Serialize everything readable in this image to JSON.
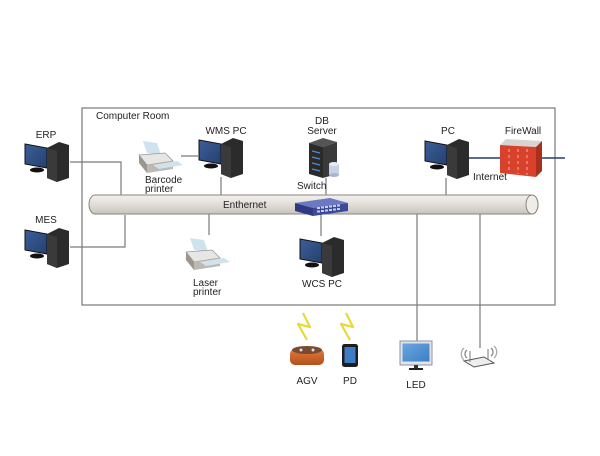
{
  "title": "Computer Room",
  "backbone": {
    "label": "Enthernet"
  },
  "switch": {
    "label": "Switch"
  },
  "internet": {
    "label": "Internet"
  },
  "nodes": {
    "erp": {
      "label": "ERP",
      "type": "pc"
    },
    "mes": {
      "label": "MES",
      "type": "pc"
    },
    "wms_pc": {
      "label": "WMS PC",
      "type": "pc"
    },
    "db_server": {
      "label_line1": "DB",
      "label_line2": "Server",
      "type": "server"
    },
    "pc": {
      "label": "PC",
      "type": "pc"
    },
    "firewall": {
      "label": "FireWall",
      "type": "firewall"
    },
    "barcode_printer": {
      "label_line1": "Barcode",
      "label_line2": "printer",
      "type": "printer"
    },
    "laser_printer": {
      "label_line1": "Laser",
      "label_line2": "printer",
      "type": "printer"
    },
    "wcs_pc": {
      "label": "WCS PC",
      "type": "pc"
    },
    "agv": {
      "label": "AGV",
      "type": "agv",
      "connection": "wireless"
    },
    "pd": {
      "label": "PD",
      "type": "handheld",
      "connection": "wireless"
    },
    "led": {
      "label": "LED",
      "type": "display"
    },
    "router": {
      "label": "",
      "type": "wireless-router"
    }
  },
  "colors": {
    "monitor_screen": "#2f4f86",
    "tower": "#2b2b2b",
    "pipe_fill": "#e6e2de",
    "pipe_stroke": "#8a8480",
    "firewall": "#d8422c",
    "internet_line": "#2c3a6b",
    "switch": "#3b4a9a",
    "lightning": "#e8d83a",
    "box_border": "#777777",
    "wire": "#7a7a7a"
  }
}
